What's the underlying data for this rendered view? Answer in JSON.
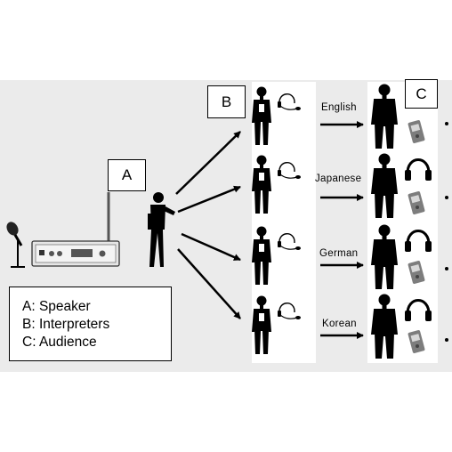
{
  "labels": {
    "a": "A",
    "b": "B",
    "c": "C"
  },
  "languages": [
    "English",
    "Japanese",
    "German",
    "Korean"
  ],
  "legend": {
    "a": "A: Speaker",
    "b": "B: Interpreters",
    "c": "C: Audience"
  },
  "colors": {
    "background": "#ebebeb",
    "panel": "#ffffff",
    "ink": "#000000",
    "device": "#8a8a8a"
  }
}
